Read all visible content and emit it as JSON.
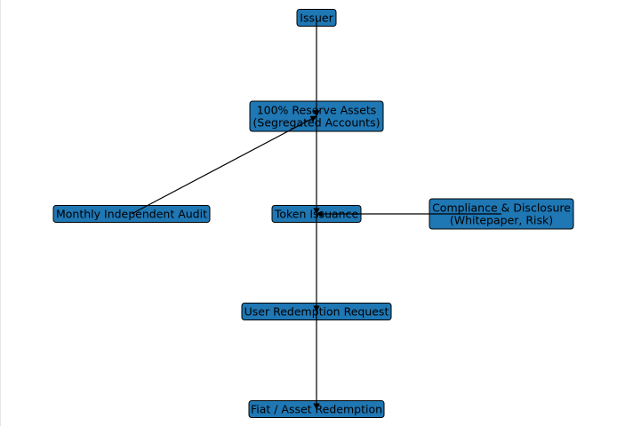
{
  "diagram": {
    "nodes": [
      {
        "id": "issuer",
        "lines": [
          "Issuer"
        ]
      },
      {
        "id": "reserve",
        "lines": [
          "100% Reserve Assets",
          "(Segregated Accounts)"
        ]
      },
      {
        "id": "audit",
        "lines": [
          "Monthly Independent Audit"
        ]
      },
      {
        "id": "token",
        "lines": [
          "Token Issuance"
        ]
      },
      {
        "id": "compliance",
        "lines": [
          "Compliance & Disclosure",
          "(Whitepaper, Risk)"
        ]
      },
      {
        "id": "request",
        "lines": [
          "User Redemption Request"
        ]
      },
      {
        "id": "redemption",
        "lines": [
          "Fiat / Asset Redemption"
        ]
      }
    ],
    "edges": [
      {
        "from": "issuer",
        "to": "reserve"
      },
      {
        "from": "reserve",
        "to": "token"
      },
      {
        "from": "audit",
        "to": "reserve"
      },
      {
        "from": "compliance",
        "to": "token"
      },
      {
        "from": "token",
        "to": "request"
      },
      {
        "from": "request",
        "to": "redemption"
      }
    ],
    "colors": {
      "node_fill": "#1f77b4",
      "node_border": "#000000",
      "edge": "#000000"
    }
  }
}
